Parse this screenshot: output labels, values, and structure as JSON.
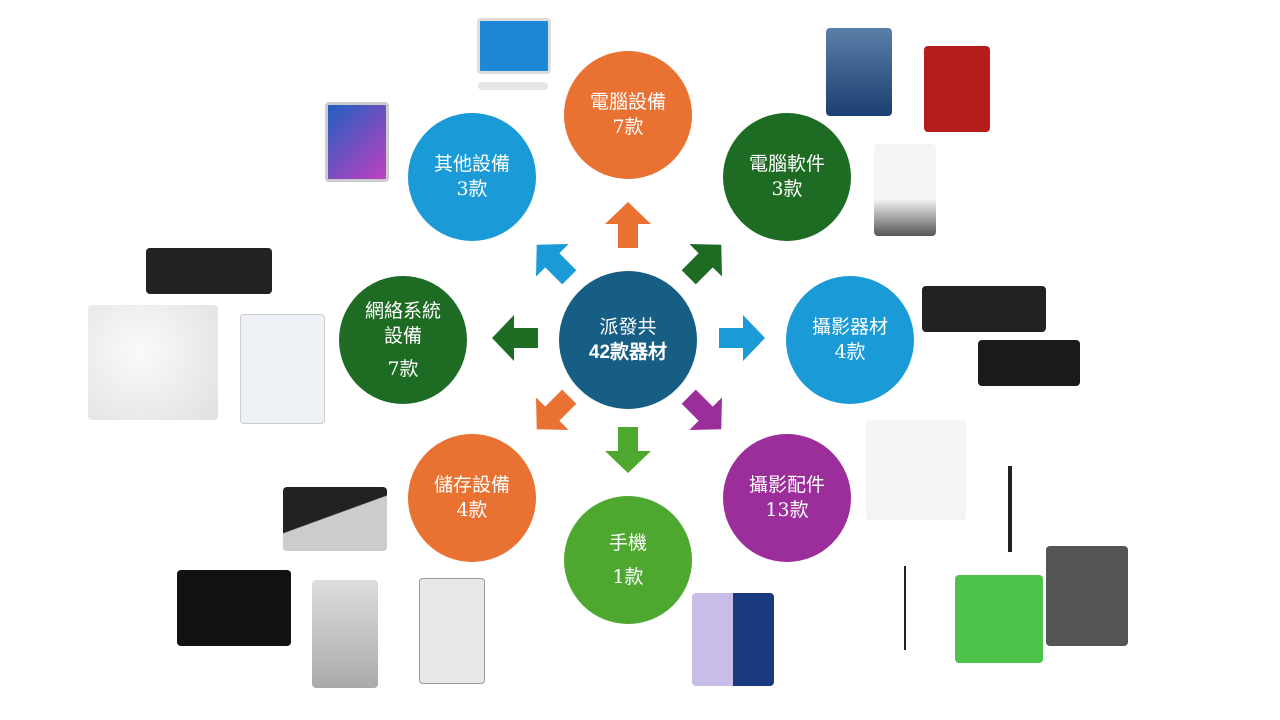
{
  "center": {
    "line1": "派發共",
    "line2": "42款器材",
    "color": "#175E84"
  },
  "categories": [
    {
      "name": "電腦設備",
      "count": "7款",
      "color": "#E97131"
    },
    {
      "name": "電腦軟件",
      "count": "3款",
      "color": "#1E6B24"
    },
    {
      "name": "攝影器材",
      "count": "4款",
      "color": "#1A9AD6"
    },
    {
      "name": "攝影配件",
      "count": "13款",
      "color": "#9B2E9B"
    },
    {
      "name": "手機",
      "count": "1款",
      "color": "#4EA72E"
    },
    {
      "name": "儲存設備",
      "count": "4款",
      "color": "#E97131"
    },
    {
      "name": "網絡系統設備",
      "line1": "網絡系統",
      "line2": "設備",
      "count": "7款",
      "color": "#1E6B24"
    },
    {
      "name": "其他設備",
      "count": "3款",
      "color": "#1A9AD6"
    }
  ]
}
